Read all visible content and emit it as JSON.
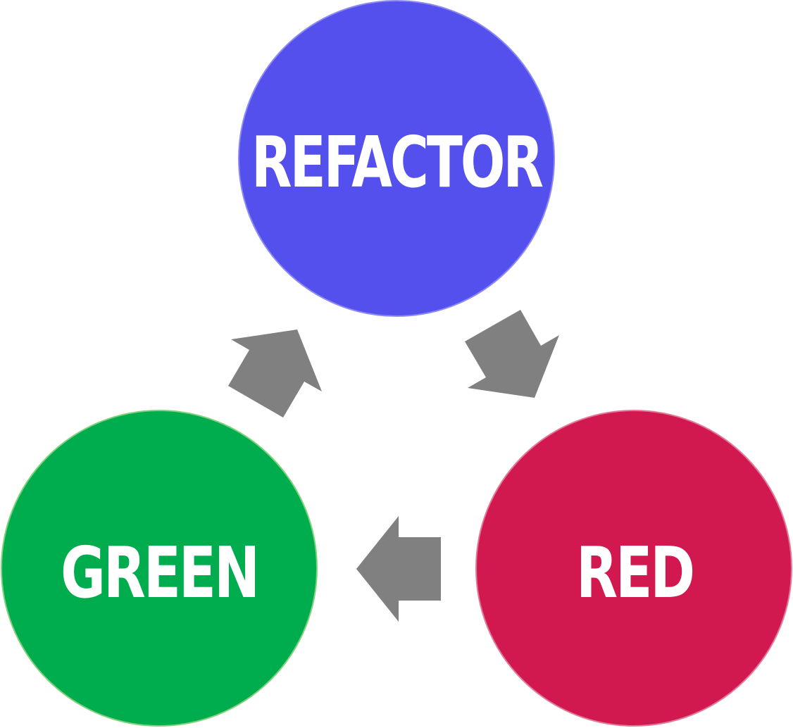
{
  "diagram": {
    "nodes": {
      "refactor": {
        "label": "REFACTOR",
        "color": "#5450ed",
        "border": "#8c8af2"
      },
      "red": {
        "label": "RED",
        "color": "#d2194f",
        "border": "#e07a98"
      },
      "green": {
        "label": "GREEN",
        "color": "#00ad4e",
        "border": "#7fd17c"
      }
    },
    "arrows": {
      "color": "#808080",
      "items": [
        {
          "from": "green",
          "to": "refactor"
        },
        {
          "from": "refactor",
          "to": "red"
        },
        {
          "from": "red",
          "to": "green"
        }
      ]
    }
  }
}
